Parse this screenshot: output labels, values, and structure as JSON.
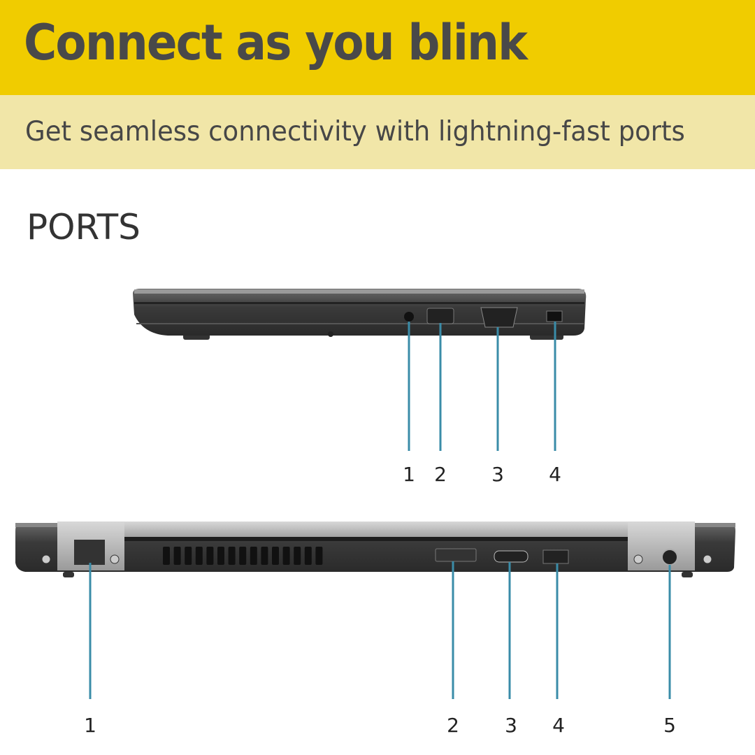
{
  "header": {
    "title": "Connect as you blink"
  },
  "subheader": {
    "text": "Get seamless connectivity with lightning-fast ports"
  },
  "section": {
    "title": "PORTS"
  },
  "side_view": {
    "labels": [
      "1",
      "2",
      "3",
      "4"
    ]
  },
  "rear_view": {
    "labels": [
      "1",
      "2",
      "3",
      "4",
      "5"
    ]
  },
  "colors": {
    "banner": "#f0cc00",
    "banner_light": "#f1e6a8",
    "callout": "#3a8ca8"
  }
}
